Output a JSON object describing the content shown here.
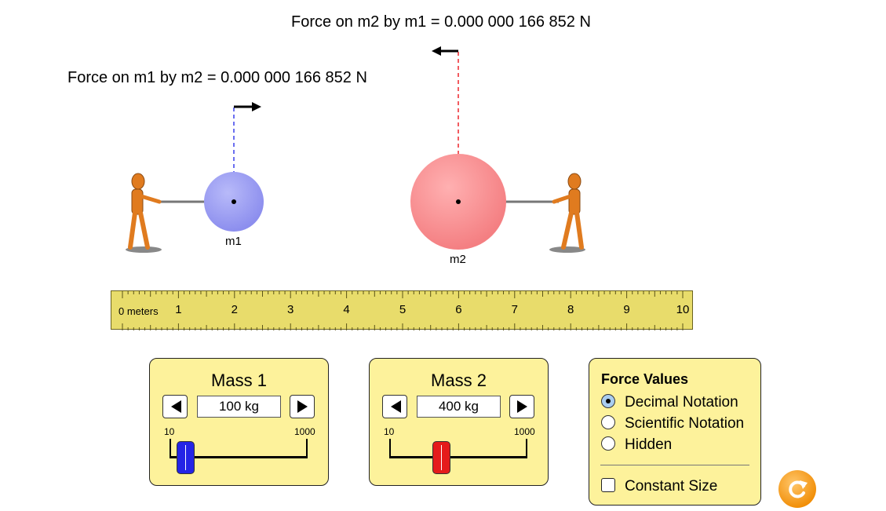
{
  "forces": {
    "on_m2_label": "Force on m2 by m1 = 0.000 000 166 852 N",
    "on_m1_label": "Force on m1 by m2 = 0.000 000 166 852 N"
  },
  "masses": {
    "m1_label": "m1",
    "m2_label": "m2",
    "m1_color": "#9a9cf2",
    "m2_color": "#f7898b"
  },
  "ruler": {
    "unit_label": "0 meters",
    "numbers": [
      "1",
      "2",
      "3",
      "4",
      "5",
      "6",
      "7",
      "8",
      "9",
      "10"
    ],
    "color": "#e8dc6b"
  },
  "mass1_panel": {
    "title": "Mass 1",
    "value": "100 kg",
    "min_label": "10",
    "max_label": "1000",
    "thumb_color": "#2424e6",
    "level_fraction": 0.05
  },
  "mass2_panel": {
    "title": "Mass 2",
    "value": "400 kg",
    "min_label": "10",
    "max_label": "1000",
    "thumb_color": "#e51b1b",
    "level_fraction": 0.36
  },
  "force_values_panel": {
    "title": "Force Values",
    "options": [
      "Decimal Notation",
      "Scientific Notation",
      "Hidden"
    ],
    "selected": "Decimal Notation",
    "constant_size_label": "Constant Size",
    "constant_size_checked": false
  },
  "icons": {
    "left_arrow": "left-triangle-icon",
    "right_arrow": "right-triangle-icon",
    "reset": "reset-icon"
  }
}
